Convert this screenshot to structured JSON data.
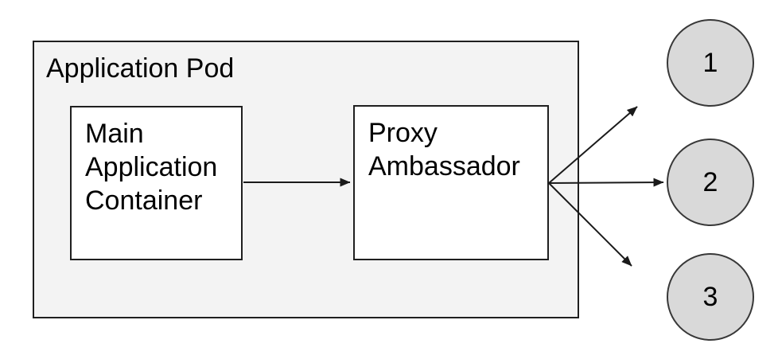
{
  "diagram": {
    "pod_label": "Application Pod",
    "nodes": {
      "main_container": {
        "label": "Main Application Container"
      },
      "proxy": {
        "label": "Proxy Ambassador"
      }
    },
    "endpoints": [
      {
        "label": "1"
      },
      {
        "label": "2"
      },
      {
        "label": "3"
      }
    ],
    "colors": {
      "canvas-bg": "#ffffff",
      "pod-fill": "#f3f3f3",
      "pod-border": "#1f1f1f",
      "node-fill": "#ffffff",
      "node-border": "#1f1f1f",
      "circle-fill": "#d9d9d9",
      "circle-border": "#383838",
      "arrow": "#1a1a1a",
      "text": "#000000"
    }
  }
}
